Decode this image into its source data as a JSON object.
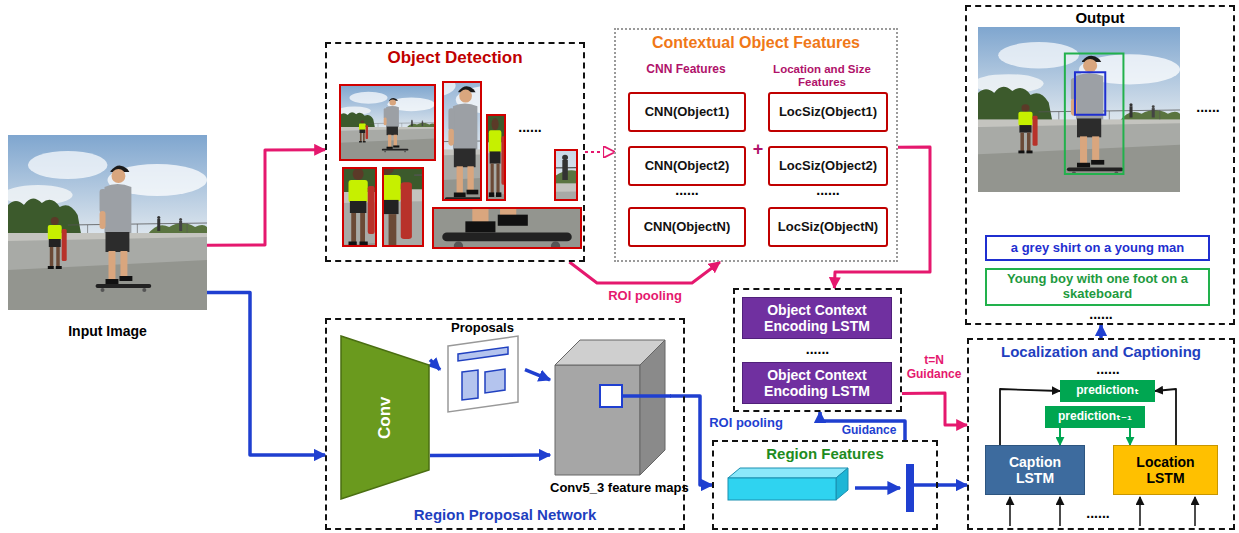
{
  "diagram": {
    "nodes": [
      {
        "text": [
          "Input Image"
        ]
      },
      {
        "text": [
          "Object Detection"
        ]
      },
      {
        "text": [
          "Contextual Object Features",
          "CNN Features",
          "Location and Size Features"
        ]
      },
      {
        "text": [
          "CNN(Object1)"
        ],
        "in": 2
      },
      {
        "text": [
          "CNN(Object2)"
        ],
        "in": 2
      },
      {
        "text": [
          "CNN(ObjectN)"
        ],
        "in": 2
      },
      {
        "text": [
          "LocSiz(Object1)"
        ],
        "in": 2
      },
      {
        "text": [
          "LocSiz(Object2)"
        ],
        "in": 2
      },
      {
        "text": [
          "LocSiz(ObjectN)"
        ],
        "in": 2
      },
      {
        "text": [
          "Output"
        ]
      },
      {
        "text": [
          "a grey shirt on a young man"
        ],
        "in": 9
      },
      {
        "text": [
          "Young boy with one foot on a skateboard"
        ],
        "in": 9
      },
      {
        "text": [
          "Region Proposal Network"
        ]
      },
      {
        "text": [
          "Conv"
        ],
        "in": 12
      },
      {
        "text": [
          "Proposals"
        ],
        "in": 12
      },
      {
        "text": [
          "Conv5_3 feature maps"
        ],
        "in": 12
      },
      {
        "text": [
          "......"
        ]
      },
      {
        "text": [
          "Object Context Encoding LSTM"
        ],
        "in": 16
      },
      {
        "text": [
          "Object Context Encoding LSTM"
        ],
        "in": 16
      },
      {
        "text": [
          "Region Features"
        ]
      },
      {
        "text": [
          "Localization and Captioning"
        ]
      },
      {
        "text": [
          "Caption LSTM"
        ],
        "in": 20
      },
      {
        "text": [
          "Location LSTM"
        ],
        "in": 20
      },
      {
        "text": [
          "predictionₜ"
        ],
        "in": 20
      },
      {
        "text": [
          "predictionₜ₋₁"
        ],
        "in": 20
      }
    ],
    "edges": [
      {
        "from": 0,
        "to": 1,
        "arrow": "to"
      },
      {
        "from": 0,
        "to": 12,
        "arrow": "to"
      },
      {
        "from": 1,
        "to": 2,
        "arrow": "to"
      },
      {
        "from": 1,
        "to": 2,
        "label": "ROI pooling",
        "arrow": "to"
      },
      {
        "from": 2,
        "to": 16,
        "arrow": "to"
      },
      {
        "from": 16,
        "to": 20,
        "label": "t=N Guidance",
        "arrow": "to"
      },
      {
        "from": 13,
        "to": 14,
        "arrow": "to"
      },
      {
        "from": 14,
        "to": 15,
        "arrow": "to"
      },
      {
        "from": 13,
        "to": 15,
        "arrow": "to"
      },
      {
        "from": 15,
        "to": 19,
        "label": "ROI pooling",
        "arrow": "to"
      },
      {
        "from": 19,
        "to": 16,
        "label": "Guidance",
        "arrow": "to"
      },
      {
        "from": 19,
        "to": 20,
        "arrow": "to"
      },
      {
        "from": 20,
        "to": 9,
        "arrow": "to"
      },
      {
        "from": 21,
        "to": 23,
        "arrow": "to"
      },
      {
        "from": 22,
        "to": 23,
        "arrow": "to"
      },
      {
        "from": 24,
        "to": 21,
        "arrow": "to"
      },
      {
        "from": 24,
        "to": 22,
        "arrow": "to"
      }
    ],
    "labels": [
      "......",
      "+",
      "......",
      "......",
      "......",
      "......",
      "......",
      "......"
    ]
  }
}
